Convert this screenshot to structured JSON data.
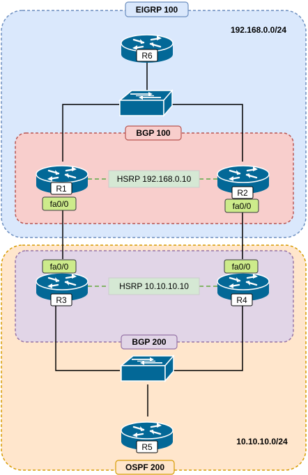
{
  "zones": {
    "eigrp": {
      "label": "EIGRP 100",
      "subnet": "192.168.0.0/24"
    },
    "bgp100": {
      "label": "BGP 100"
    },
    "ospf": {
      "label": "OSPF 200",
      "subnet": "10.10.10.0/24"
    },
    "bgp200": {
      "label": "BGP 200"
    }
  },
  "routers": {
    "r6": {
      "label": "R6"
    },
    "r1": {
      "label": "R1"
    },
    "r2": {
      "label": "R2"
    },
    "r3": {
      "label": "R3"
    },
    "r4": {
      "label": "R4"
    },
    "r5": {
      "label": "R5"
    }
  },
  "interfaces": {
    "r1": "fa0/0",
    "r2": "fa0/0",
    "r3": "fa0/0",
    "r4": "fa0/0"
  },
  "hsrp": {
    "top": "HSRP 192.168.0.10",
    "bottom": "HSRP 10.10.10.10"
  },
  "colors": {
    "eigrp_fill": "#dae8fc",
    "eigrp_stroke": "#6c8ebf",
    "bgp100_fill": "#f8cecc",
    "bgp100_stroke": "#b85450",
    "ospf_fill": "#ffe6cc",
    "ospf_stroke": "#d79b00",
    "bgp200_fill": "#e1d5e7",
    "bgp200_stroke": "#9673a6",
    "device": "#036897",
    "tag_fill": "#d5e8d4",
    "tag_green": "#cdeb8b",
    "hsrp_line": "#82b366"
  }
}
